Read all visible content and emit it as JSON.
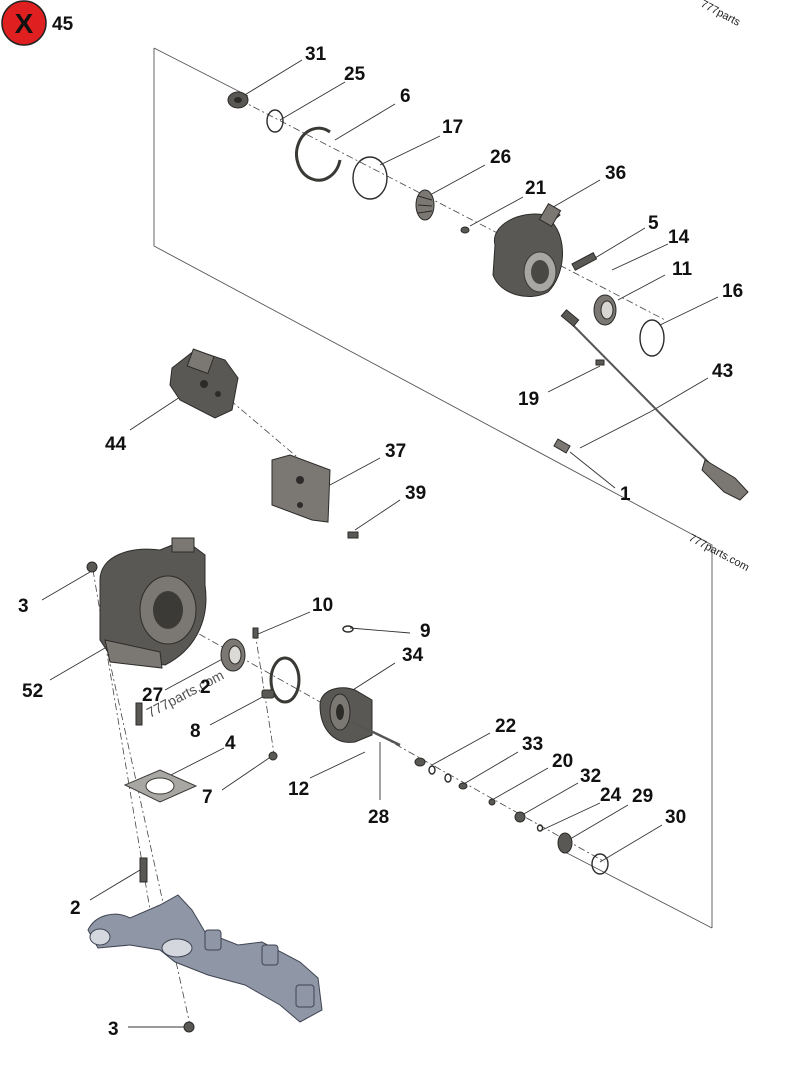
{
  "remove_badge": {
    "glyph": "X",
    "color": "#e02020",
    "label": "45"
  },
  "watermarks": {
    "top_right": "777parts",
    "middle_right": "777parts.com",
    "center": "777parts.com"
  },
  "labels": {
    "p31": "31",
    "p25": "25",
    "p6": "6",
    "p17": "17",
    "p26": "26",
    "p21": "21",
    "p36": "36",
    "p5": "5",
    "p14": "14",
    "p11": "11",
    "p16": "16",
    "p43": "43",
    "p19": "19",
    "p1": "1",
    "p44": "44",
    "p37": "37",
    "p39": "39",
    "p3a": "3",
    "p52": "52",
    "p10": "10",
    "p9": "9",
    "p34": "34",
    "p27": "27",
    "p2a": "2",
    "p8": "8",
    "p4": "4",
    "p22": "22",
    "p33": "33",
    "p20": "20",
    "p32": "32",
    "p24": "24",
    "p29": "29",
    "p30": "30",
    "p12": "12",
    "p28": "28",
    "p7": "7",
    "p2b": "2",
    "p3b": "3"
  }
}
